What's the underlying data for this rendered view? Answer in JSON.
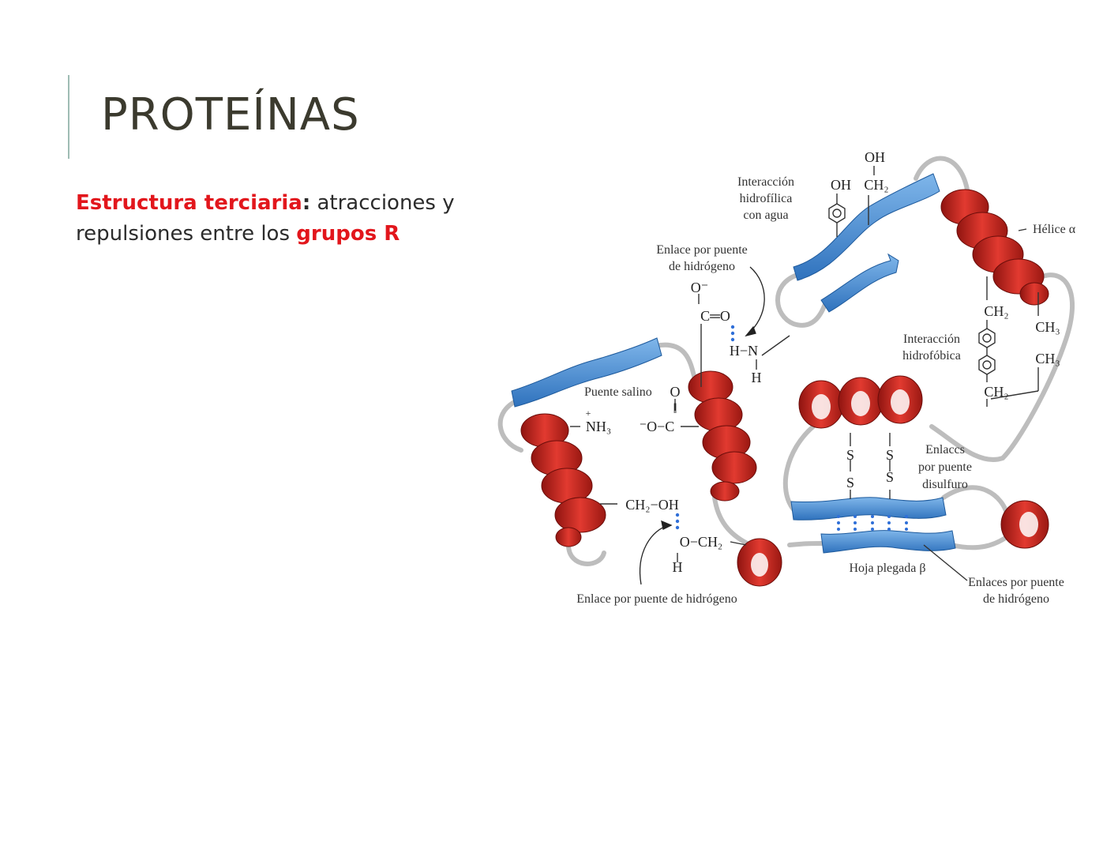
{
  "slide": {
    "title": "PROTEÍNAS",
    "subtitle": {
      "term": "Estructura terciaria",
      "colon": ":",
      "text_1": " atracciones y repulsiones entre los ",
      "term_2": "grupos R"
    }
  },
  "colors": {
    "accent_bar": "#9fbcb4",
    "title": "#3b3a2e",
    "highlight_red": "#e2161c",
    "helix_red": "#d42a22",
    "sheet_blue": "#4a8fd4",
    "loop_gray": "#c7c7c7",
    "hbond_dots": "#2f6fd8"
  },
  "diagram": {
    "labels": {
      "hydrophilic_1": "Interacción",
      "hydrophilic_2": "hidrofílica",
      "hydrophilic_3": "con agua",
      "helix": "Hélice α",
      "hbond_top_1": "Enlace por puente",
      "hbond_top_2": "de hidrógeno",
      "salt_bridge": "Puente salino",
      "hydrophobic_1": "Interacción",
      "hydrophobic_2": "hidrofóbica",
      "disulfide_1": "Enlaccs",
      "disulfide_2": "por puente",
      "disulfide_3": "disulfuro",
      "sheet": "Hoja plegada β",
      "hbond_bottom": "Enlace por puente de hidrógeno",
      "hbonds_right_1": "Enlaces por puente",
      "hbonds_right_2": "de hidrógeno"
    },
    "chem": {
      "oh_top": "OH",
      "oh_left": "OH",
      "ch2_top": "CH₂",
      "o_minus": "O⁻",
      "c_eq_o": "C═O",
      "h_n": "H−N",
      "h_1": "H",
      "o_salt": "O",
      "double_bond": "‖",
      "nh3_plus": "+",
      "nh3": "NH₃",
      "o_c": "⁻O−C",
      "ch2_r1": "CH₂",
      "ch3_1": "CH₃",
      "ch3_2": "CH₃",
      "ch2_r2": "CH₂",
      "s1": "S",
      "s2": "S",
      "s3": "S",
      "s4": "S",
      "ch2_oh": "CH₂−OH",
      "o_ch2": "O−CH₂",
      "h_2": "H"
    }
  }
}
